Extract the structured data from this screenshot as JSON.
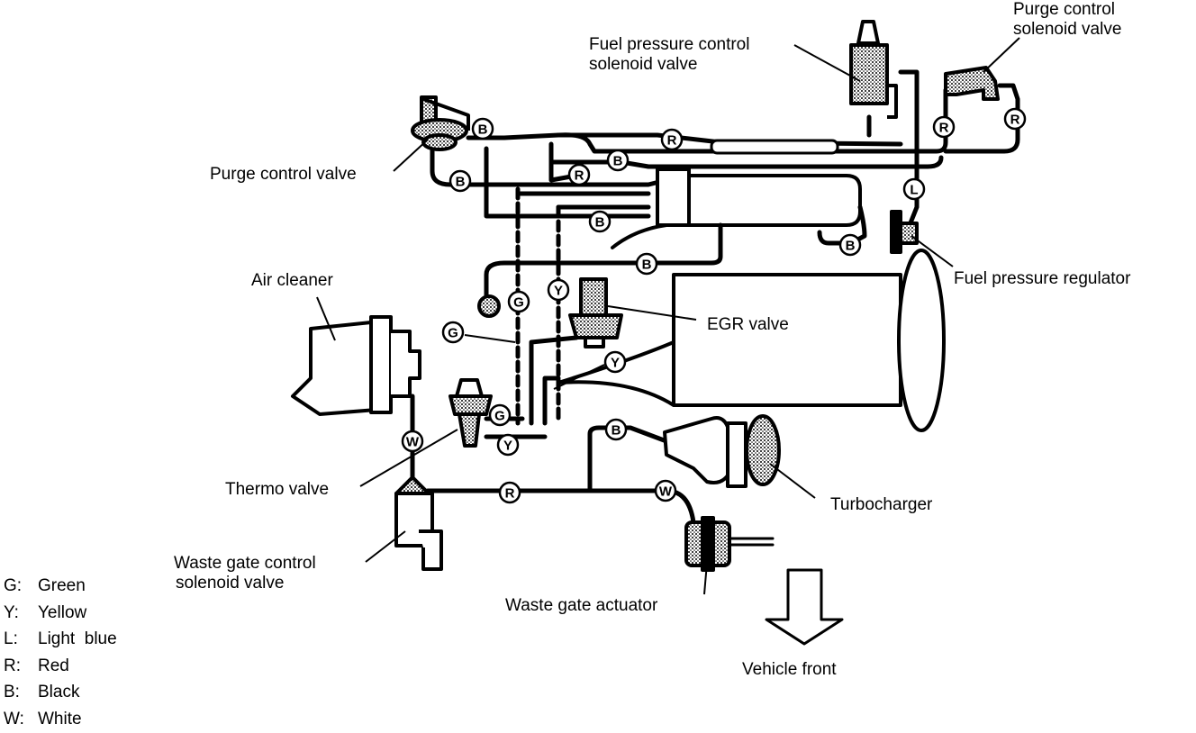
{
  "labels": {
    "fuel_pressure_control": [
      "Fuel pressure control",
      "solenoid valve"
    ],
    "purge_control_solenoid": [
      "Purge control",
      "solenoid valve"
    ],
    "purge_control_valve": "Purge control valve",
    "air_cleaner": "Air cleaner",
    "fuel_pressure_regulator": "Fuel pressure regulator",
    "egr_valve": "EGR valve",
    "thermo_valve": "Thermo valve",
    "turbocharger": "Turbocharger",
    "waste_gate_control": [
      "Waste gate control",
      "solenoid valve"
    ],
    "waste_gate_actuator": "Waste gate actuator",
    "vehicle_front": "Vehicle front"
  },
  "legend": [
    {
      "code": "G:",
      "color": "Green"
    },
    {
      "code": "Y:",
      "color": "Yellow"
    },
    {
      "code": "L:",
      "color": "Light  blue"
    },
    {
      "code": "R:",
      "color": "Red"
    },
    {
      "code": "B:",
      "color": "Black"
    },
    {
      "code": "W:",
      "color": "White"
    }
  ],
  "hose_tags": [
    "B",
    "R",
    "B",
    "R",
    "B",
    "B",
    "R",
    "R",
    "L",
    "B",
    "B",
    "G",
    "Y",
    "G",
    "Y",
    "G",
    "Y",
    "B",
    "W",
    "R",
    "W"
  ]
}
